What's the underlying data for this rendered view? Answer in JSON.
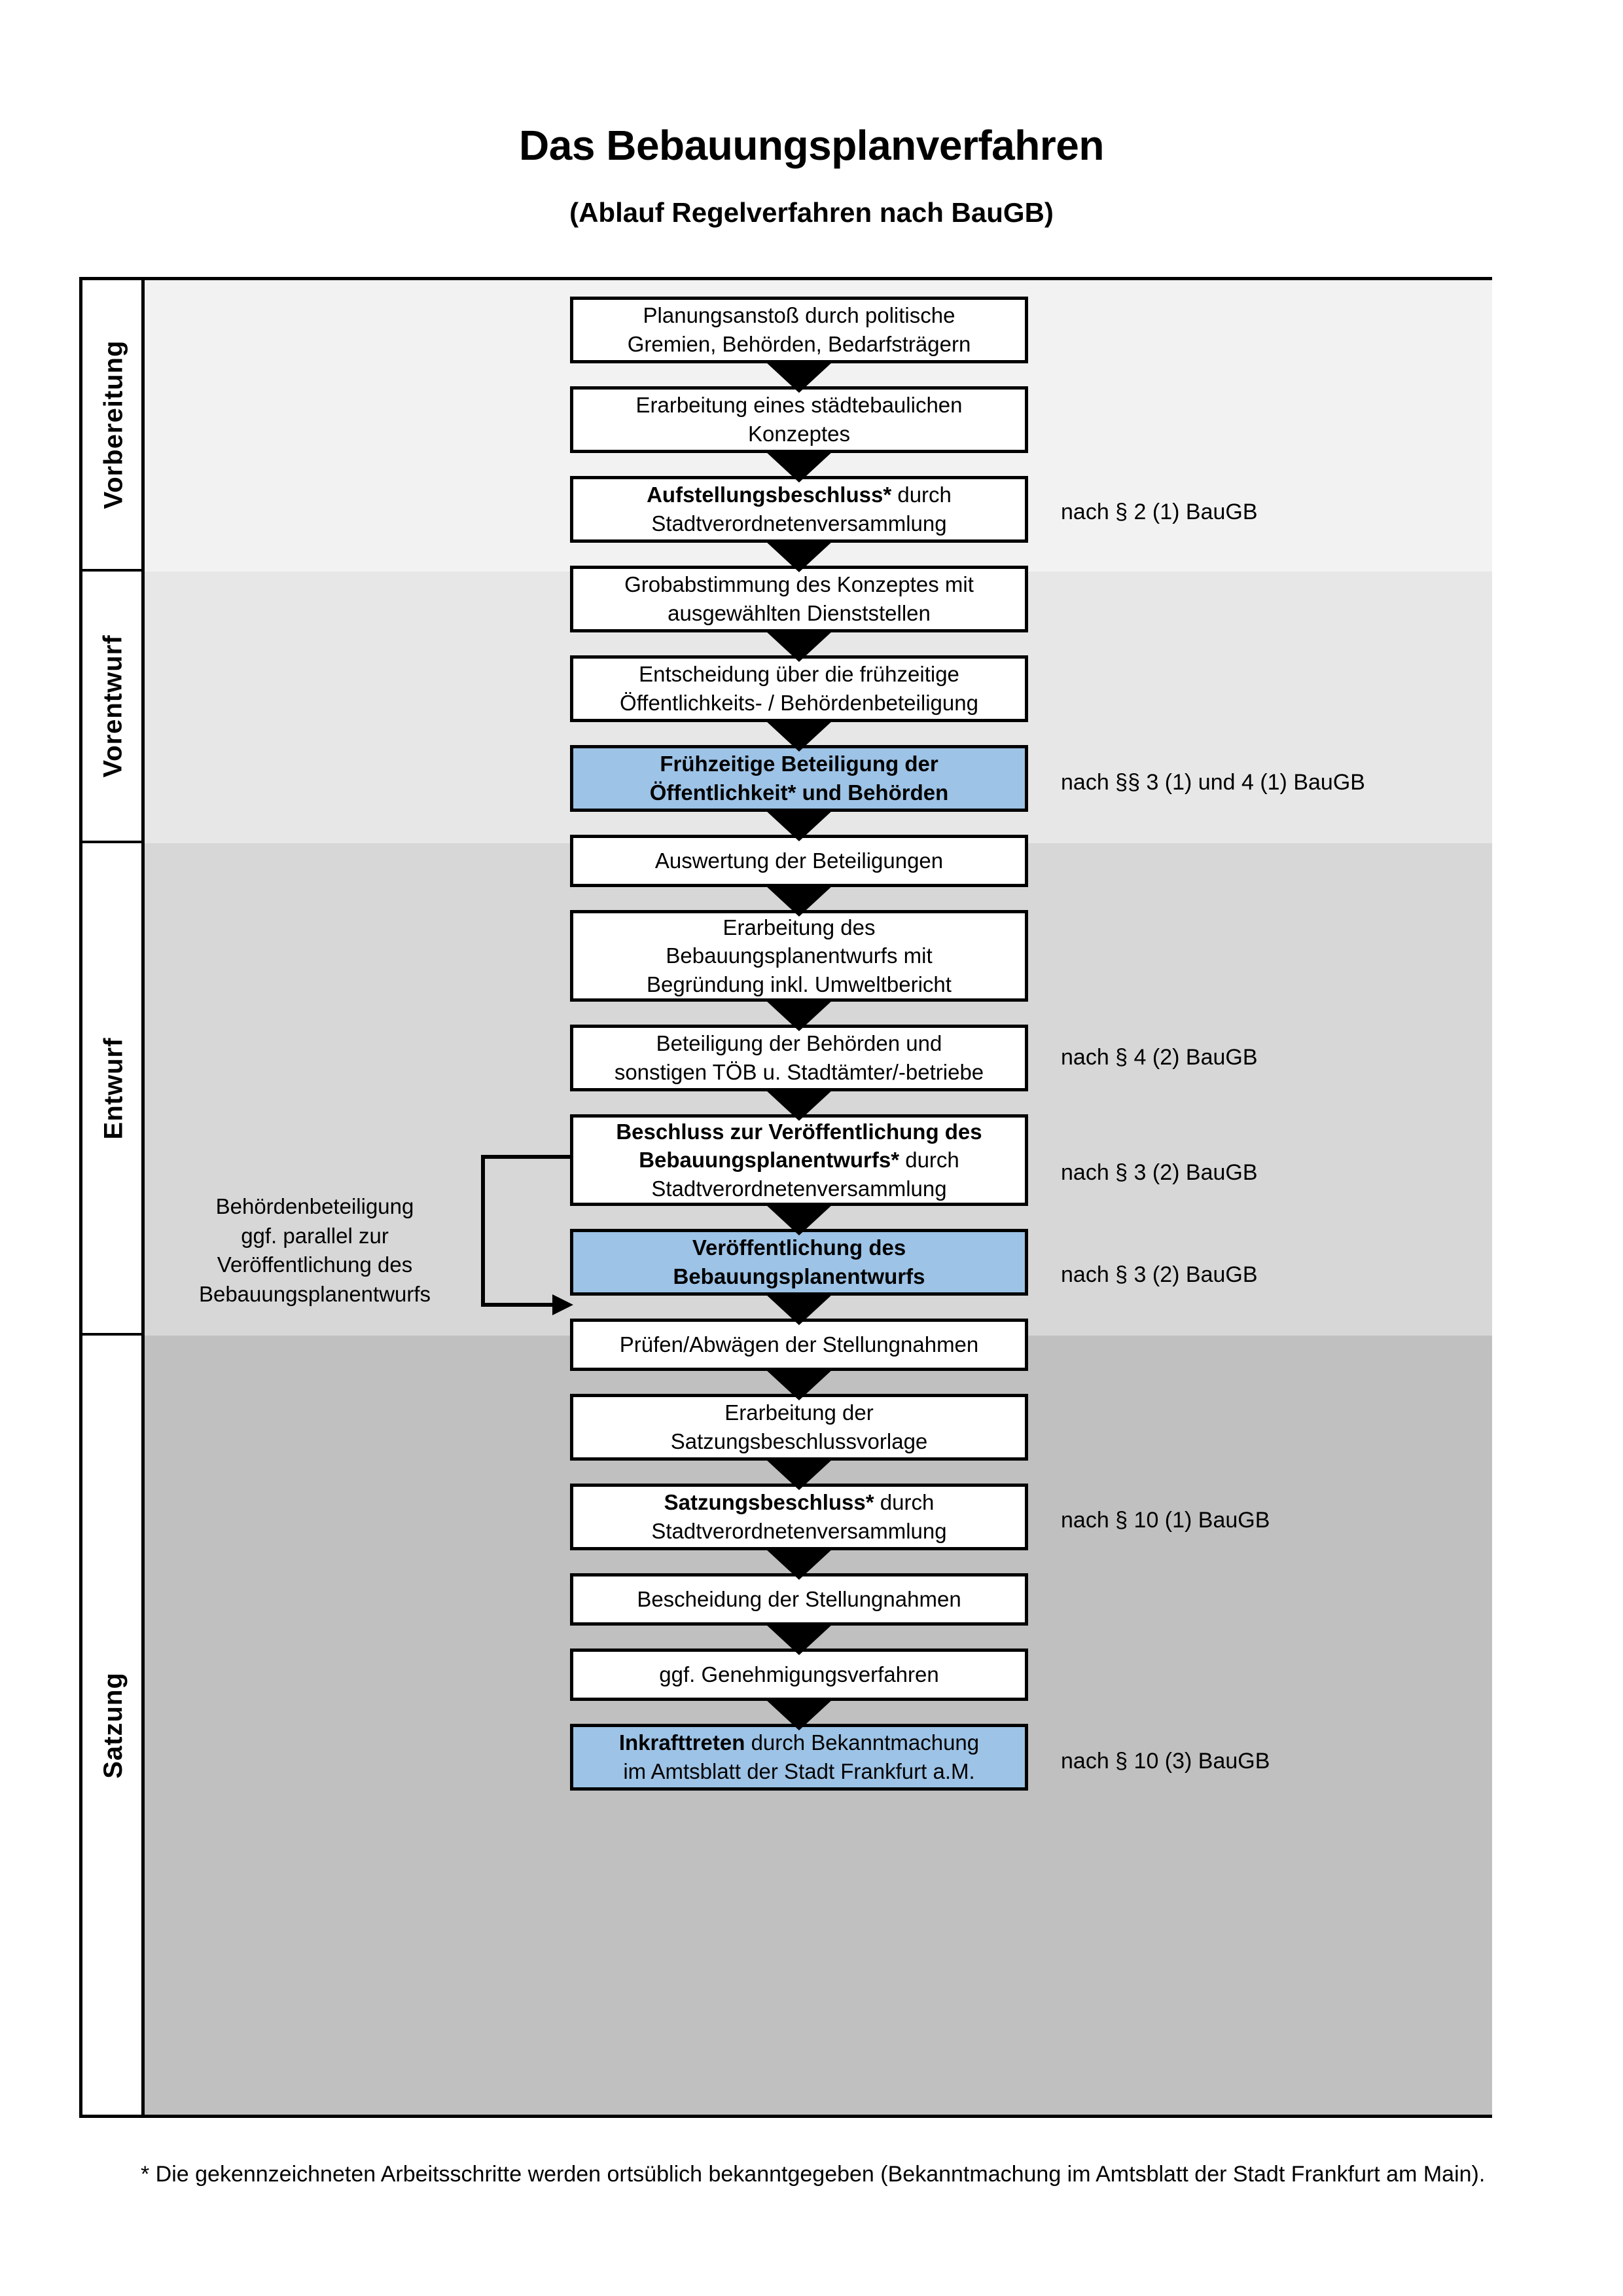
{
  "title": {
    "main": "Das Bebauungsplanverfahren",
    "sub": "(Ablauf Regelverfahren nach BauGB)"
  },
  "colors": {
    "highlight_blue": "#9DC3E6",
    "band_vorbereitung": "#F2F2F2",
    "band_vorentwurf": "#E7E7E7",
    "band_entwurf": "#D7D7D7",
    "band_satzung": "#C0C0C0",
    "border": "#000000"
  },
  "stages": [
    {
      "label": "Vorbereitung"
    },
    {
      "label": "Vorentwurf"
    },
    {
      "label": "Entwurf"
    },
    {
      "label": "Satzung"
    }
  ],
  "nodes": [
    {
      "id": "n1",
      "line1": "Planungsanstoß durch politische",
      "line2": "Gremien, Behörden, Bedarfsträgern",
      "bold_prefix": "",
      "highlight": false
    },
    {
      "id": "n2",
      "line1": "Erarbeitung eines städtebaulichen",
      "line2": "Konzeptes",
      "bold_prefix": "",
      "highlight": false
    },
    {
      "id": "n3",
      "line1": "Aufstellungsbeschluss* durch",
      "line2": "Stadtverordnetenversammlung",
      "bold_prefix": "Aufstellungsbeschluss*",
      "highlight": false
    },
    {
      "id": "n4",
      "line1": "Grobabstimmung des Konzeptes mit",
      "line2": "ausgewählten Dienststellen",
      "bold_prefix": "",
      "highlight": false
    },
    {
      "id": "n5",
      "line1": "Entscheidung über die frühzeitige",
      "line2": "Öffentlichkeits- / Behördenbeteiligung",
      "bold_prefix": "",
      "highlight": false
    },
    {
      "id": "n6",
      "line1": "Frühzeitige Beteiligung der",
      "line2": "Öffentlichkeit* und Behörden",
      "bold_prefix": "ALL",
      "highlight": true
    },
    {
      "id": "n7",
      "line1": "Auswertung der Beteiligungen",
      "line2": "",
      "bold_prefix": "",
      "highlight": false
    },
    {
      "id": "n8",
      "line1": "Erarbeitung des",
      "line2": "Bebauungsplanentwurfs mit",
      "line3": "Begründung inkl. Umweltbericht",
      "bold_prefix": "",
      "highlight": false
    },
    {
      "id": "n9",
      "line1": "Beteiligung der Behörden und",
      "line2": "sonstigen TÖB u. Stadtämter/-betriebe",
      "bold_prefix": "",
      "highlight": false
    },
    {
      "id": "n10",
      "line1": "Beschluss zur Veröffentlichung des",
      "line2": "Bebauungsplanentwurfs* durch",
      "line3": "Stadtverordnetenversammlung",
      "bold_prefix": "Beschluss zur Veröffentlichung des Bebauungsplanentwurfs*",
      "highlight": false
    },
    {
      "id": "n11",
      "line1": "Veröffentlichung des",
      "line2": "Bebauungsplanentwurfs",
      "bold_prefix": "ALL",
      "highlight": true
    },
    {
      "id": "n12",
      "line1": "Prüfen/Abwägen der Stellungnahmen",
      "line2": "",
      "bold_prefix": "",
      "highlight": false
    },
    {
      "id": "n13",
      "line1": "Erarbeitung der",
      "line2": "Satzungsbeschlussvorlage",
      "bold_prefix": "",
      "highlight": false
    },
    {
      "id": "n14",
      "line1": "Satzungsbeschluss* durch",
      "line2": "Stadtverordnetenversammlung",
      "bold_prefix": "Satzungsbeschluss*",
      "highlight": false
    },
    {
      "id": "n15",
      "line1": "Bescheidung der Stellungnahmen",
      "line2": "",
      "bold_prefix": "",
      "highlight": false
    },
    {
      "id": "n16",
      "line1": "ggf. Genehmigungsverfahren",
      "line2": "",
      "bold_prefix": "",
      "highlight": false
    },
    {
      "id": "n17",
      "line1": "Inkrafttreten durch Bekanntmachung",
      "line2": "im Amtsblatt der Stadt Frankfurt a.M.",
      "bold_prefix": "Inkrafttreten",
      "highlight": true
    }
  ],
  "annotations": [
    {
      "id": "a1",
      "text": "nach § 2 (1) BauGB"
    },
    {
      "id": "a2",
      "text": "nach §§ 3 (1) und 4 (1) BauGB"
    },
    {
      "id": "a3",
      "text": "nach § 4 (2) BauGB"
    },
    {
      "id": "a4",
      "text": "nach § 3 (2) BauGB"
    },
    {
      "id": "a5",
      "text": "nach § 3 (2) BauGB"
    },
    {
      "id": "a6",
      "text": "nach § 10 (1) BauGB"
    },
    {
      "id": "a7",
      "text": "nach § 10 (3) BauGB"
    }
  ],
  "side_note": {
    "line1": "Behördenbeteiligung",
    "line2": "ggf. parallel zur",
    "line3": "Veröffentlichung des",
    "line4": "Bebauungsplanentwurfs"
  },
  "footnote": {
    "text": "* Die gekennzeichneten Arbeitsschritte werden ortsüblich bekanntgegeben (Bekanntmachung im Amtsblatt  der Stadt Frankfurt am Main)."
  }
}
